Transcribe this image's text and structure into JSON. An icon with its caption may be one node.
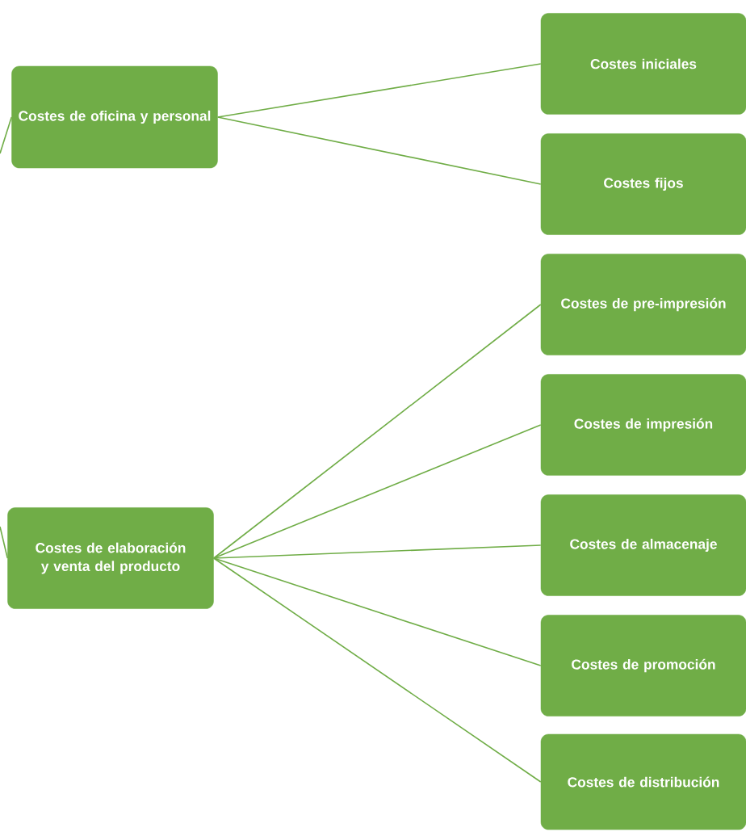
{
  "diagram": {
    "nodes": [
      {
        "text": [
          "Costes de oficina y personal"
        ]
      },
      {
        "text": [
          "Costes iniciales"
        ]
      },
      {
        "text": [
          "Costes fijos"
        ]
      },
      {
        "text": [
          "Costes de elaboración y venta del producto"
        ]
      },
      {
        "text": [
          "Costes de pre-impresión"
        ]
      },
      {
        "text": [
          "Costes de impresión"
        ]
      },
      {
        "text": [
          "Costes de almacenaje"
        ]
      },
      {
        "text": [
          "Costes de promoción"
        ]
      },
      {
        "text": [
          "Costes de distribución"
        ]
      }
    ],
    "edges": [
      {
        "from": null,
        "to": 0,
        "arrow": "none"
      },
      {
        "from": null,
        "to": 3,
        "arrow": "none"
      },
      {
        "from": 0,
        "to": 1,
        "arrow": "none"
      },
      {
        "from": 0,
        "to": 2,
        "arrow": "none"
      },
      {
        "from": 3,
        "to": 4,
        "arrow": "none"
      },
      {
        "from": 3,
        "to": 5,
        "arrow": "none"
      },
      {
        "from": 3,
        "to": 6,
        "arrow": "none"
      },
      {
        "from": 3,
        "to": 7,
        "arrow": "none"
      },
      {
        "from": 3,
        "to": 8,
        "arrow": "none"
      }
    ]
  }
}
